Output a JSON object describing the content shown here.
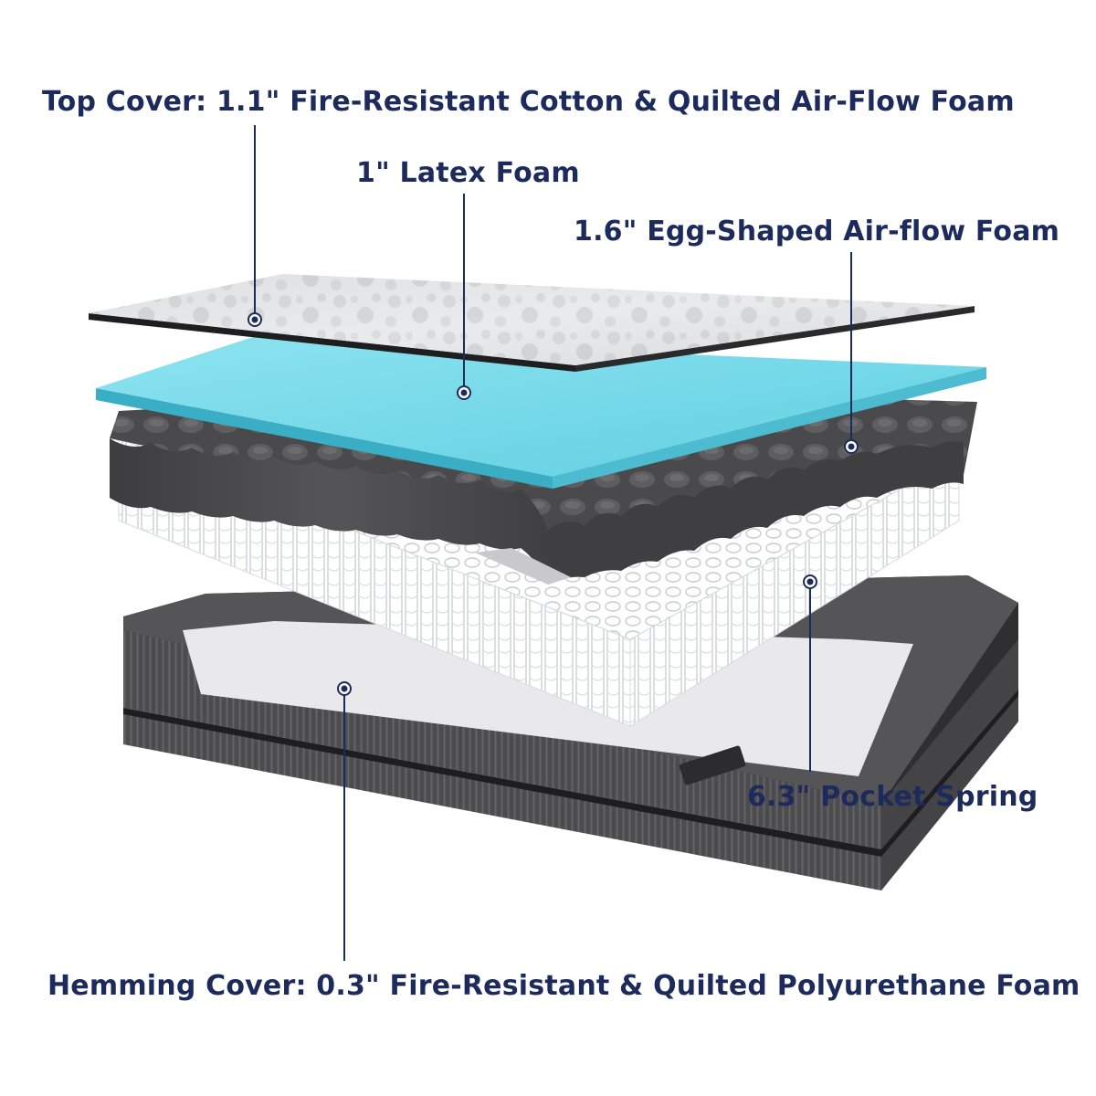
{
  "colors": {
    "label_text": "#1c2a5c",
    "latex_layer": "#6fd6e6",
    "egg_foam_layer": "#4b4b4d",
    "base_cover": "#4a4a4c",
    "leader_line": "#1c2a5c"
  },
  "layers": [
    {
      "id": "top-cover",
      "label": "Top Cover: 1.1\" Fire-Resistant Cotton & Quilted Air-Flow Foam"
    },
    {
      "id": "latex-foam",
      "label": "1\" Latex Foam"
    },
    {
      "id": "egg-foam",
      "label": "1.6\" Egg-Shaped Air-flow Foam"
    },
    {
      "id": "pocket-spring",
      "label": "6.3\" Pocket Spring"
    },
    {
      "id": "hemming-cover",
      "label": "Hemming Cover: 0.3\" Fire-Resistant & Quilted Polyurethane Foam"
    }
  ]
}
